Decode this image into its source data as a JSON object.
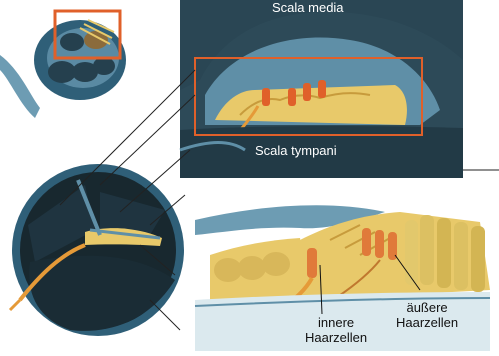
{
  "labels": {
    "scala_media": "Scala media",
    "scala_tympani": "Scala tympani",
    "inner_hair_cells": [
      "innere",
      "Haarzellen"
    ],
    "outer_hair_cells": [
      "äußere",
      "Haarzellen"
    ]
  },
  "colors": {
    "highlight_box": "#e0602a",
    "cochlea_blue": "#2f5f78",
    "dark_canal": "#18282f",
    "organ_yellow": "#e8c96a",
    "nerve_orange": "#e59a38",
    "membrane_blue": "#6d9cb3"
  }
}
